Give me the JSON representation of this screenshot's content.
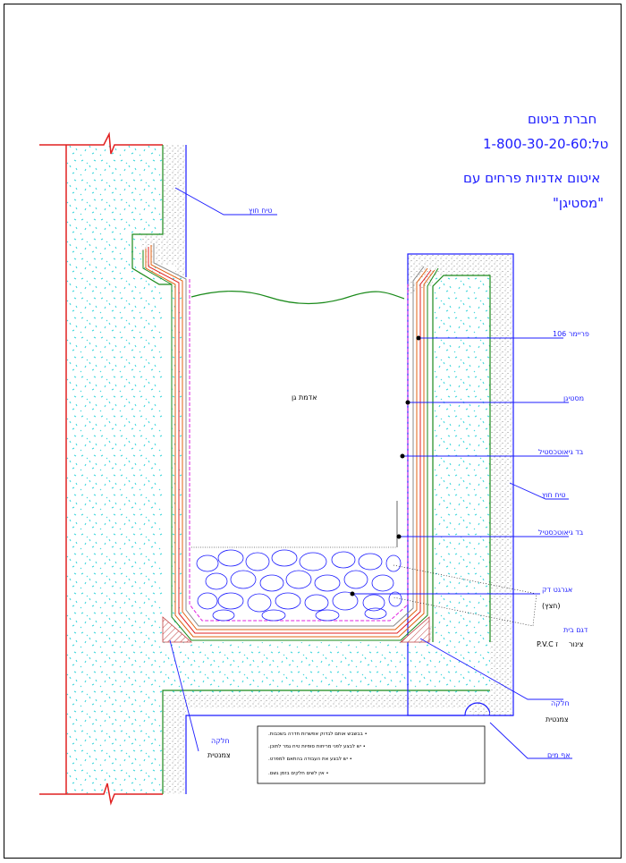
{
  "header": {
    "company": "חברת ביטום",
    "phone": "טל:1-800-30-20-60",
    "subtitle": "איטום אדניות פרחים עם",
    "product": "\"מסטיגן\""
  },
  "labels": {
    "protective_plaster_top": "טיח חוץ",
    "primer": "פריימר 106",
    "mastigan": "מסטיגן",
    "geotextile_1": "בד גיאוטכסטיל",
    "protective_plaster_right": "טיח חוץ",
    "geotextile_2": "בד גיאוטכסטיל",
    "garden_soil": "אדמת גן",
    "fine_gravel": "אגרגט דק",
    "gravel_sub": "(חצץ)",
    "drain_line1": "ז P.V.C",
    "drain_line2": "צינור",
    "drain_top": "דגם בית",
    "fillet_right": "חלקה",
    "fillet_right_sub": "צמנטית",
    "fillet_left": "חלקה",
    "fillet_left_sub": "צמנטית",
    "drip_edge": "אף מים"
  },
  "notes": [
    "• בבשבש אותם לבדוק אפשרות חדרה בשכבות.",
    "• יש לבצע לפני מריחות סופיות טיח גמר לתוכן.",
    "• יש לבצע את העבודה בהתאם למפרט.",
    "• אין לשים חלקים בזמן גשם."
  ],
  "colors": {
    "concrete_dot": "#3ad6dc",
    "outline": "#1a8a1a",
    "blue": "#1c1cff",
    "red": "#e02020",
    "magenta": "#e020e0"
  }
}
